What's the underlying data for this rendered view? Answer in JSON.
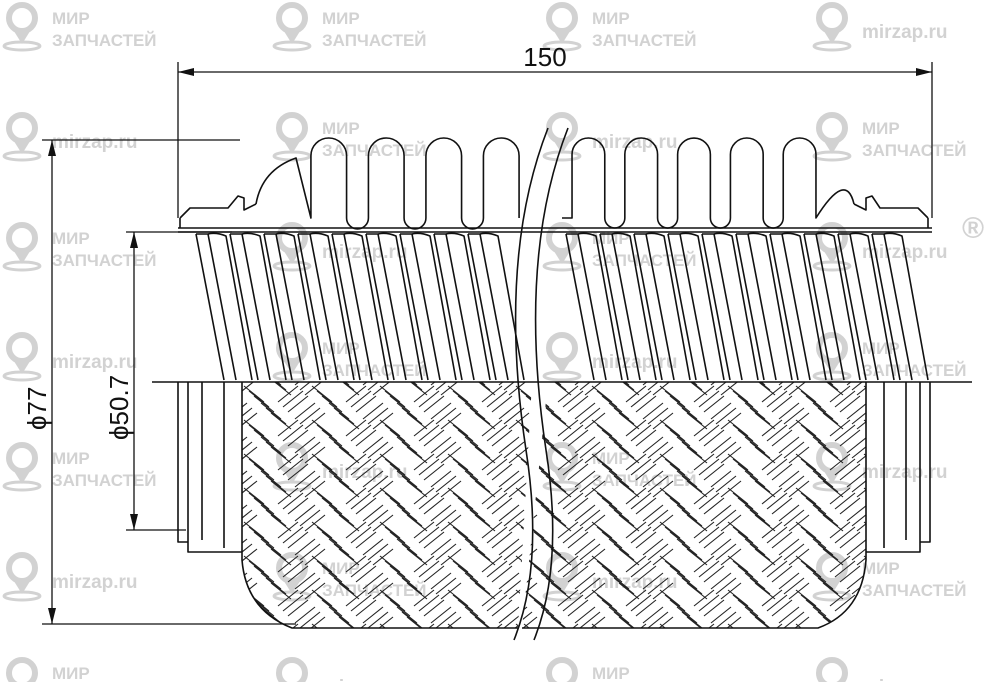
{
  "drawing": {
    "dim_length": "150",
    "dim_outer_diameter": "ϕ77",
    "dim_inner_diameter": "ϕ50.7"
  },
  "watermark": {
    "brand_line1": "МИР",
    "brand_line2": "ЗАПЧАСТЕЙ",
    "site": "mirzap.ru",
    "registered_mark": "®"
  },
  "colors": {
    "line": "#111111",
    "watermark": "#d2d2d2"
  }
}
